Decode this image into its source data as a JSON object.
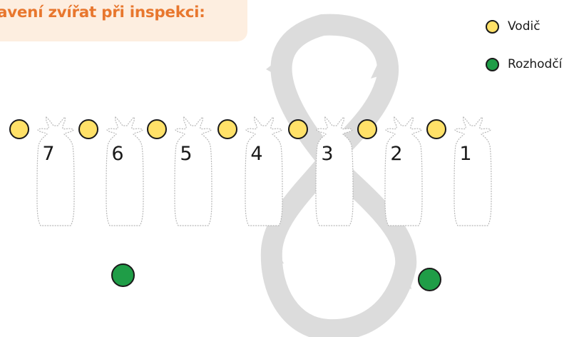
{
  "title": "tavení zvířat při inspekci:",
  "colors": {
    "title_text": "#e8772e",
    "title_background": "#fdeee0",
    "handler": "#ffe168",
    "judge": "#1f9d47",
    "path": "#dcdcdc",
    "outline": "#1a1a1a"
  },
  "legend": {
    "handler_label": "Vodič",
    "judge_label": "Rozhodčí"
  },
  "animals": [
    {
      "number": "7"
    },
    {
      "number": "6"
    },
    {
      "number": "5"
    },
    {
      "number": "4"
    },
    {
      "number": "3"
    },
    {
      "number": "2"
    },
    {
      "number": "1"
    }
  ]
}
